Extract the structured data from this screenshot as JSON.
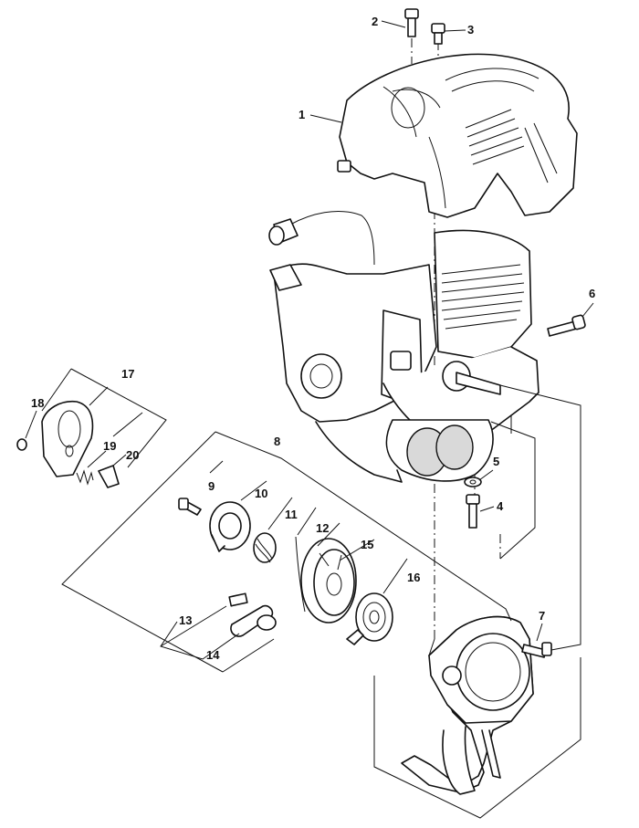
{
  "callouts": [
    {
      "number": "1"
    },
    {
      "number": "2"
    },
    {
      "number": "3"
    },
    {
      "number": "4"
    },
    {
      "number": "5"
    },
    {
      "number": "6"
    },
    {
      "number": "7"
    },
    {
      "number": "8"
    },
    {
      "number": "9"
    },
    {
      "number": "10"
    },
    {
      "number": "11"
    },
    {
      "number": "12"
    },
    {
      "number": "13"
    },
    {
      "number": "14"
    },
    {
      "number": "15"
    },
    {
      "number": "16"
    },
    {
      "number": "17"
    },
    {
      "number": "18"
    },
    {
      "number": "19"
    },
    {
      "number": "20"
    }
  ],
  "colors": {
    "line": "#111111",
    "background": "#ffffff",
    "shade": "#d9d9d9"
  }
}
